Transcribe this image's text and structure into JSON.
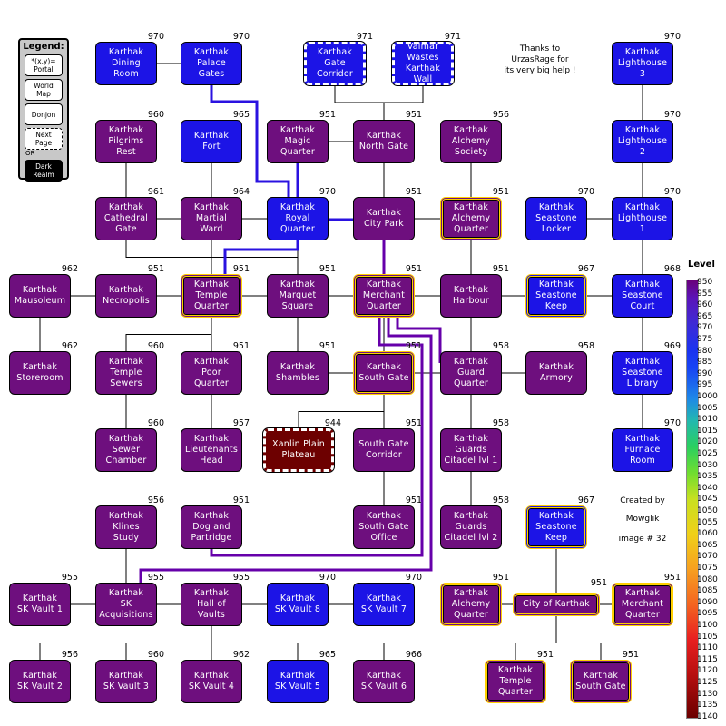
{
  "legend": {
    "title": "Legend:",
    "items": [
      {
        "label": "*(x,y)=\nPortal",
        "style": "plain"
      },
      {
        "label": "World\nMap",
        "style": "plain"
      },
      {
        "label": "Donjon",
        "style": "plain"
      },
      {
        "label": "Next\nPage",
        "style": "dash"
      },
      {
        "label": "Dark\nRealm",
        "style": "dark"
      }
    ],
    "or_label": "OR"
  },
  "notes": {
    "thanks": "Thanks to\nUrzasRage for\nits very big help !",
    "created": "Created by",
    "author": "Mowglik",
    "image": "image # 32"
  },
  "scale": {
    "title": "Level",
    "ticks": [
      "950",
      "955",
      "960",
      "965",
      "970",
      "975",
      "980",
      "985",
      "990",
      "995",
      "1000",
      "1005",
      "1010",
      "1015",
      "1020",
      "1025",
      "1030",
      "1035",
      "1040",
      "1045",
      "1050",
      "1055",
      "1060",
      "1065",
      "1070",
      "1075",
      "1080",
      "1085",
      "1090",
      "1095",
      "1100",
      "1105",
      "1110",
      "1115",
      "1120",
      "1125",
      "1130",
      "1135",
      "1140"
    ]
  },
  "colors": {
    "purple": "#6e0f7e",
    "blue": "#1c14e6",
    "darkred": "#6d0000",
    "highlight": "#ffd000",
    "line": "#000000",
    "path": "#6600aa",
    "path_blue": "#2a12e0"
  },
  "rooms": [
    {
      "id": "dining",
      "label": "Karthak\nDining\nRoom",
      "level": "970",
      "color": "blue",
      "style": ""
    },
    {
      "id": "palace",
      "label": "Karthak\nPalace\nGates",
      "level": "970",
      "color": "blue",
      "style": ""
    },
    {
      "id": "gatecorr",
      "label": "Karthak\nGate\nCorridor",
      "level": "971",
      "color": "blue",
      "style": "dash"
    },
    {
      "id": "valmar",
      "label": "Valmar\nWastes\nKarthak Wall",
      "level": "971",
      "color": "blue",
      "style": "dash"
    },
    {
      "id": "lh3",
      "label": "Karthak\nLighthouse\n3",
      "level": "970",
      "color": "blue",
      "style": ""
    },
    {
      "id": "pilgrims",
      "label": "Karthak\nPilgrims\nRest",
      "level": "960",
      "color": "purple",
      "style": ""
    },
    {
      "id": "fort",
      "label": "Karthak\nFort",
      "level": "965",
      "color": "blue",
      "style": ""
    },
    {
      "id": "magic",
      "label": "Karthak\nMagic\nQuarter",
      "level": "951",
      "color": "purple",
      "style": ""
    },
    {
      "id": "northgate",
      "label": "Karthak\nNorth Gate",
      "level": "951",
      "color": "purple",
      "style": ""
    },
    {
      "id": "alchsoc",
      "label": "Karthak\nAlchemy\nSociety",
      "level": "956",
      "color": "purple",
      "style": ""
    },
    {
      "id": "lh2",
      "label": "Karthak\nLighthouse\n2",
      "level": "970",
      "color": "blue",
      "style": ""
    },
    {
      "id": "cathedral",
      "label": "Karthak\nCathedral\nGate",
      "level": "961",
      "color": "purple",
      "style": ""
    },
    {
      "id": "martial",
      "label": "Karthak\nMartial\nWard",
      "level": "964",
      "color": "purple",
      "style": ""
    },
    {
      "id": "royal",
      "label": "Karthak\nRoyal\nQuarter",
      "level": "970",
      "color": "blue",
      "style": ""
    },
    {
      "id": "citypark",
      "label": "Karthak\nCity Park",
      "level": "951",
      "color": "purple",
      "style": ""
    },
    {
      "id": "alchq",
      "label": "Karthak\nAlchemy\nQuarter",
      "level": "951",
      "color": "purple",
      "style": "hl"
    },
    {
      "id": "sslocker",
      "label": "Karthak\nSeastone\nLocker",
      "level": "970",
      "color": "blue",
      "style": ""
    },
    {
      "id": "lh1",
      "label": "Karthak\nLighthouse\n1",
      "level": "970",
      "color": "blue",
      "style": ""
    },
    {
      "id": "mausoleum",
      "label": "Karthak\nMausoleum",
      "level": "962",
      "color": "purple",
      "style": ""
    },
    {
      "id": "necropolis",
      "label": "Karthak\nNecropolis",
      "level": "951",
      "color": "purple",
      "style": ""
    },
    {
      "id": "temple",
      "label": "Karthak\nTemple\nQuarter",
      "level": "951",
      "color": "purple",
      "style": "hl"
    },
    {
      "id": "marquet",
      "label": "Karthak\nMarquet\nSquare",
      "level": "951",
      "color": "purple",
      "style": ""
    },
    {
      "id": "merchant",
      "label": "Karthak\nMerchant\nQuarter",
      "level": "951",
      "color": "purple",
      "style": "hl"
    },
    {
      "id": "harbour",
      "label": "Karthak\nHarbour",
      "level": "951",
      "color": "purple",
      "style": ""
    },
    {
      "id": "sskeep",
      "label": "Karthak\nSeastone\nKeep",
      "level": "967",
      "color": "blue",
      "style": "hl"
    },
    {
      "id": "sscourt",
      "label": "Karthak\nSeastone\nCourt",
      "level": "968",
      "color": "blue",
      "style": ""
    },
    {
      "id": "storeroom",
      "label": "Karthak\nStoreroom",
      "level": "962",
      "color": "purple",
      "style": ""
    },
    {
      "id": "sewers",
      "label": "Karthak\nTemple\nSewers",
      "level": "960",
      "color": "purple",
      "style": ""
    },
    {
      "id": "poor",
      "label": "Karthak\nPoor\nQuarter",
      "level": "951",
      "color": "purple",
      "style": ""
    },
    {
      "id": "shambles",
      "label": "Karthak\nShambles",
      "level": "951",
      "color": "purple",
      "style": ""
    },
    {
      "id": "southgate",
      "label": "Karthak\nSouth Gate",
      "level": "951",
      "color": "purple",
      "style": "hl"
    },
    {
      "id": "guardq",
      "label": "Karthak\nGuard\nQuarter",
      "level": "958",
      "color": "purple",
      "style": ""
    },
    {
      "id": "armory",
      "label": "Karthak\nArmory",
      "level": "958",
      "color": "purple",
      "style": ""
    },
    {
      "id": "sslibrary",
      "label": "Karthak\nSeastone\nLibrary",
      "level": "969",
      "color": "blue",
      "style": ""
    },
    {
      "id": "sewerch",
      "label": "Karthak\nSewer\nChamber",
      "level": "960",
      "color": "purple",
      "style": ""
    },
    {
      "id": "lieut",
      "label": "Karthak\nLieutenants\nHead",
      "level": "957",
      "color": "purple",
      "style": ""
    },
    {
      "id": "xanlin",
      "label": "Xanlin Plain\nPlateau",
      "level": "944",
      "color": "darkred",
      "style": "dash"
    },
    {
      "id": "sgcorr",
      "label": "South Gate\nCorridor",
      "level": "951",
      "color": "purple",
      "style": ""
    },
    {
      "id": "citadel1",
      "label": "Karthak\nGuards\nCitadel lvl 1",
      "level": "958",
      "color": "purple",
      "style": ""
    },
    {
      "id": "furnace",
      "label": "Karthak\nFurnace\nRoom",
      "level": "970",
      "color": "blue",
      "style": ""
    },
    {
      "id": "klines",
      "label": "Karthak\nKlines\nStudy",
      "level": "956",
      "color": "purple",
      "style": ""
    },
    {
      "id": "dog",
      "label": "Karthak\nDog and\nPartridge",
      "level": "951",
      "color": "purple",
      "style": ""
    },
    {
      "id": "sgoffice",
      "label": "Karthak\nSouth Gate\nOffice",
      "level": "951",
      "color": "purple",
      "style": ""
    },
    {
      "id": "citadel2",
      "label": "Karthak\nGuards\nCitadel lvl 2",
      "level": "958",
      "color": "purple",
      "style": ""
    },
    {
      "id": "sskeep2",
      "label": "Karthak\nSeastone\nKeep",
      "level": "967",
      "color": "blue",
      "style": "hl"
    },
    {
      "id": "vault1",
      "label": "Karthak\nSK Vault 1",
      "level": "955",
      "color": "purple",
      "style": ""
    },
    {
      "id": "acq",
      "label": "Karthak\nSK\nAcquisitions",
      "level": "955",
      "color": "purple",
      "style": ""
    },
    {
      "id": "hallvaults",
      "label": "Karthak\nHall of\nVaults",
      "level": "955",
      "color": "purple",
      "style": ""
    },
    {
      "id": "vault8",
      "label": "Karthak\nSK Vault 8",
      "level": "970",
      "color": "blue",
      "style": ""
    },
    {
      "id": "vault7",
      "label": "Karthak\nSK Vault 7",
      "level": "970",
      "color": "blue",
      "style": ""
    },
    {
      "id": "alchq2",
      "label": "Karthak\nAlchemy\nQuarter",
      "level": "951",
      "color": "purple",
      "style": "hl"
    },
    {
      "id": "city",
      "label": "City of Karthak",
      "level": "951",
      "color": "purple",
      "style": "hl"
    },
    {
      "id": "merchant2",
      "label": "Karthak\nMerchant\nQuarter",
      "level": "951",
      "color": "purple",
      "style": "hl"
    },
    {
      "id": "vault2",
      "label": "Karthak\nSK Vault 2",
      "level": "956",
      "color": "purple",
      "style": ""
    },
    {
      "id": "vault3",
      "label": "Karthak\nSK Vault 3",
      "level": "960",
      "color": "purple",
      "style": ""
    },
    {
      "id": "vault4",
      "label": "Karthak\nSK Vault 4",
      "level": "962",
      "color": "purple",
      "style": ""
    },
    {
      "id": "vault5",
      "label": "Karthak\nSK Vault 5",
      "level": "965",
      "color": "blue",
      "style": ""
    },
    {
      "id": "vault6",
      "label": "Karthak\nSK Vault 6",
      "level": "966",
      "color": "purple",
      "style": ""
    },
    {
      "id": "temple2",
      "label": "Karthak\nTemple\nQuarter",
      "level": "951",
      "color": "purple",
      "style": "hl"
    },
    {
      "id": "southgate2",
      "label": "Karthak\nSouth Gate",
      "level": "951",
      "color": "purple",
      "style": "hl"
    }
  ],
  "links": [
    [
      "dining",
      "palace"
    ],
    [
      "gatecorr",
      "northgate"
    ],
    [
      "valmar",
      "northgate"
    ],
    [
      "lh3",
      "lh2"
    ],
    [
      "pilgrims",
      "temple"
    ],
    [
      "fort",
      "martial"
    ],
    [
      "magic",
      "royal"
    ],
    [
      "magic",
      "northgate"
    ],
    [
      "northgate",
      "citypark"
    ],
    [
      "alchsoc",
      "alchq"
    ],
    [
      "lh2",
      "lh1"
    ],
    [
      "cathedral",
      "temple"
    ],
    [
      "martial",
      "royal"
    ],
    [
      "martial",
      "temple"
    ],
    [
      "royal",
      "citypark"
    ],
    [
      "citypark",
      "alchq"
    ],
    [
      "alchq",
      "harbour"
    ],
    [
      "sslocker",
      "lh1"
    ],
    [
      "lh1",
      "sscourt"
    ],
    [
      "mausoleum",
      "necropolis"
    ],
    [
      "necropolis",
      "temple"
    ],
    [
      "temple",
      "marquet"
    ],
    [
      "marquet",
      "merchant"
    ],
    [
      "merchant",
      "harbour"
    ],
    [
      "harbour",
      "sskeep"
    ],
    [
      "sskeep",
      "sscourt"
    ],
    [
      "mausoleum",
      "storeroom"
    ],
    [
      "temple",
      "sewers"
    ],
    [
      "temple",
      "poor"
    ],
    [
      "marquet",
      "shambles"
    ],
    [
      "merchant",
      "southgate"
    ],
    [
      "shambles",
      "southgate"
    ],
    [
      "harbour",
      "guardq"
    ],
    [
      "southgate",
      "guardq"
    ],
    [
      "guardq",
      "armory"
    ],
    [
      "sscourt",
      "sslibrary"
    ],
    [
      "sewers",
      "sewerch"
    ],
    [
      "poor",
      "lieut"
    ],
    [
      "southgate",
      "xanlin"
    ],
    [
      "southgate",
      "sgcorr"
    ],
    [
      "guardq",
      "citadel1"
    ],
    [
      "sslibrary",
      "furnace"
    ],
    [
      "sgcorr",
      "sgoffice"
    ],
    [
      "citadel1",
      "citadel2"
    ],
    [
      "klines",
      "acq"
    ],
    [
      "vault1",
      "acq"
    ],
    [
      "acq",
      "hallvaults"
    ],
    [
      "hallvaults",
      "vault8"
    ],
    [
      "hallvaults",
      "vault7"
    ],
    [
      "sskeep2",
      "city"
    ],
    [
      "alchq2",
      "city"
    ],
    [
      "city",
      "merchant2"
    ],
    [
      "hallvaults",
      "vault2"
    ],
    [
      "hallvaults",
      "vault3"
    ],
    [
      "hallvaults",
      "vault4"
    ],
    [
      "hallvaults",
      "vault5"
    ],
    [
      "hallvaults",
      "vault6"
    ],
    [
      "city",
      "temple2"
    ],
    [
      "city",
      "southgate2"
    ],
    [
      "magic",
      "marquet"
    ],
    [
      "royal",
      "temple"
    ]
  ]
}
